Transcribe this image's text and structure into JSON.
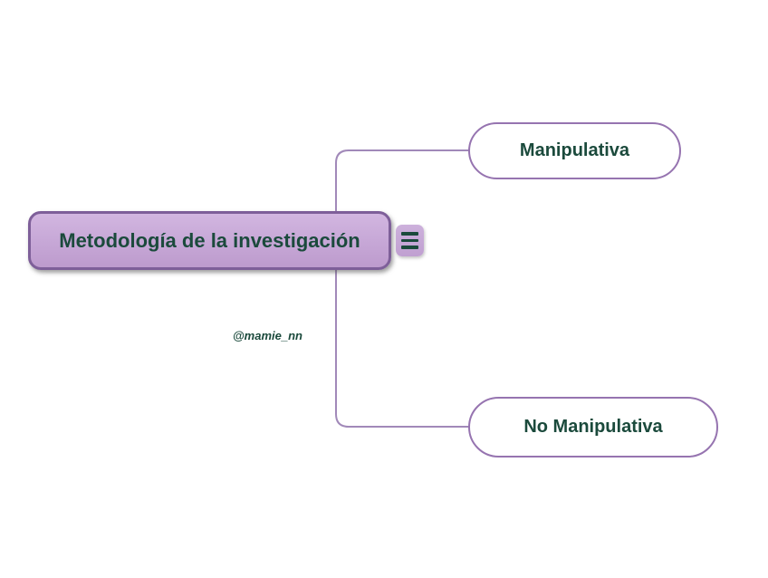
{
  "diagram": {
    "type": "mindmap",
    "root": {
      "label": "Metodología de la investigación"
    },
    "menu_button": {
      "icon": "hamburger-icon"
    },
    "branches": [
      {
        "label": "Manipulativa"
      },
      {
        "label": "No Manipulativa"
      }
    ],
    "watermark": "@mamie_nn"
  },
  "colors": {
    "canvas_background": "#ffffff",
    "root_fill": "#c7a8d7",
    "root_border": "#7e5f99",
    "child_fill": "#ffffff",
    "child_border": "#9674b0",
    "connector": "#a189b9",
    "text": "#1b4a3c"
  }
}
